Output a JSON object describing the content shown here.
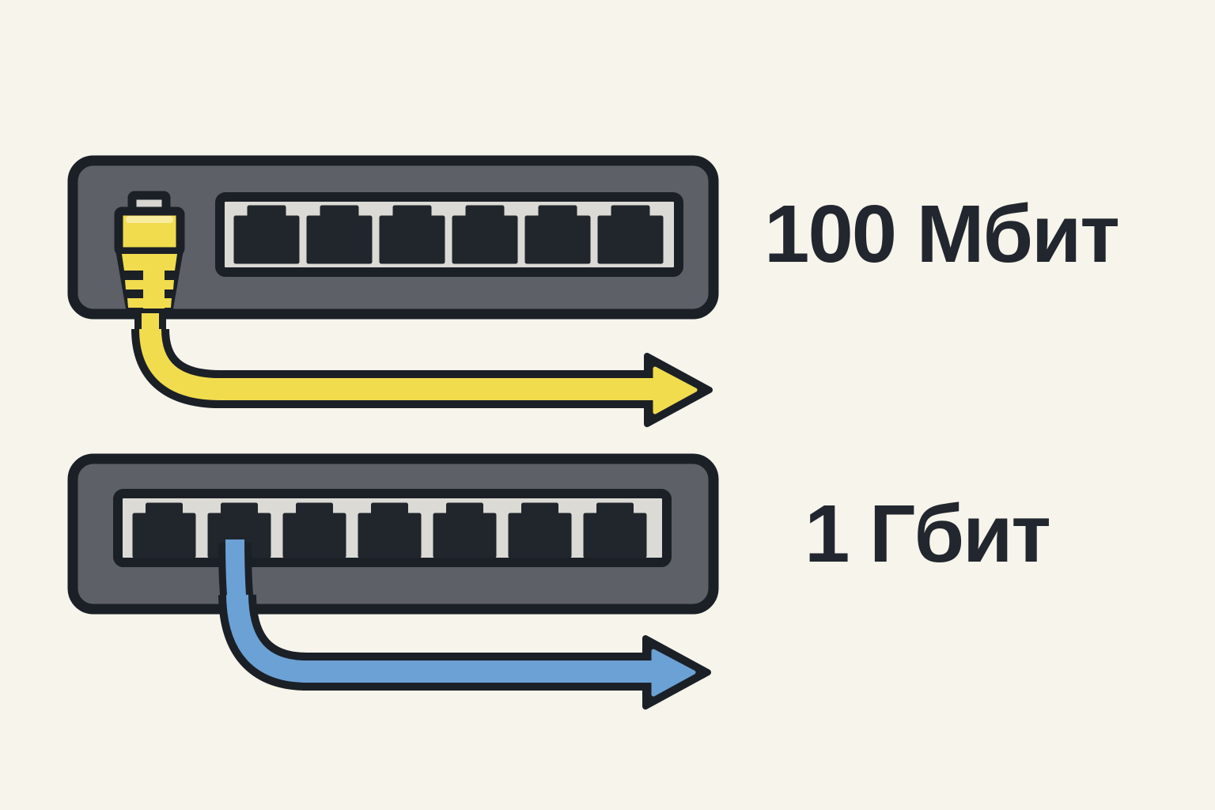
{
  "illustration": {
    "type": "network-switch-speed-comparison",
    "arrow_direction": "right"
  },
  "labels": {
    "fast_speed": "100 Мбит",
    "gigabit_speed": "1 Гбит"
  },
  "switches": [
    {
      "name": "fast-ethernet-switch",
      "label": "100 Мбит",
      "port_count": 6,
      "cable": {
        "color_name": "yellow",
        "hex": "#f1dc4e"
      },
      "connector": "yellow RJ45 plug inserted at left, cable bends into right-pointing arrow"
    },
    {
      "name": "gigabit-switch",
      "label": "1 Гбит",
      "port_count": 7,
      "cable": {
        "color_name": "blue",
        "hex": "#6ba1d5"
      },
      "connector": "blue cable exits second port, bends into right-pointing arrow"
    }
  ],
  "colors": {
    "background": "#f6f4eb",
    "outline": "#1b2027",
    "switch_body": "#5d6167",
    "port_panel": "#dbdad5",
    "port": "#21252c",
    "cable_yellow": "#f1dc4e",
    "cable_blue": "#6ba1d5",
    "connector_clip": "#d7d5cf",
    "label_text": "#22262e"
  }
}
